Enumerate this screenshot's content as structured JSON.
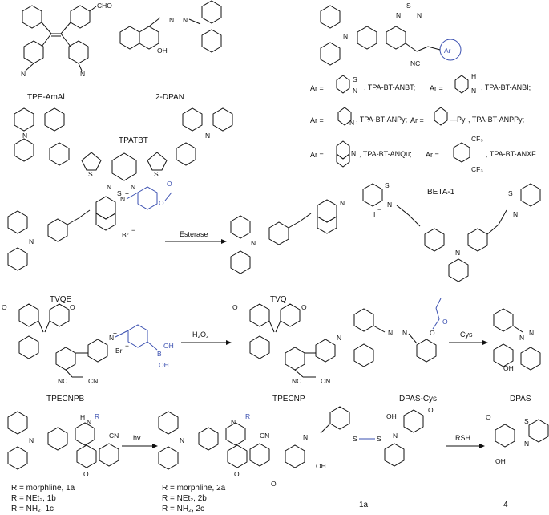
{
  "compounds": {
    "tpe_amal": "TPE-AmAl",
    "dpan_2": "2-DPAN",
    "tpatbt": "TPATBT",
    "tvqe": "TVQE",
    "tvq": "TVQ",
    "beta1": "BETA-1",
    "tpecnpb": "TPECNPB",
    "tpecnp": "TPECNP",
    "dpas_cys": "DPAS-Cys",
    "dpas": "DPAS",
    "disulfide": "1a",
    "product4": "4"
  },
  "ar_block": {
    "ar_tag": "Ar",
    "ar_prefix": "Ar =",
    "entries": [
      ", TPA-BT-ANBT;",
      ", TPA-BT-ANBI;",
      ", TPA-BT-ANPy;",
      "—Py",
      ", TPA-BT-ANPPy;",
      ", TPA-BT-ANQu;",
      ", TPA-BT-ANXF."
    ]
  },
  "reagents": {
    "esterase": "Esterase",
    "h2o2": "H₂O₂",
    "cys": "Cys",
    "hv": "hv",
    "rsh": "RSH"
  },
  "r_groups": {
    "left": [
      "R = morphline, 1a",
      "R = NEt₂, 1b",
      "R = NH₂, 1c"
    ],
    "right": [
      "R = morphline, 2a",
      "R = NEt₂, 2b",
      "R = NH₂, 2c"
    ],
    "r_symbol": "R"
  },
  "atoms": {
    "cho": "CHO",
    "n": "N",
    "oh": "OH",
    "s": "S",
    "o": "O",
    "br": "Br",
    "i": "I",
    "nh": "H",
    "cn": "CN",
    "nc": "NC",
    "b": "B",
    "cf3": "CF₃",
    "nplus": "N",
    "plus": "+",
    "minus": "−"
  }
}
